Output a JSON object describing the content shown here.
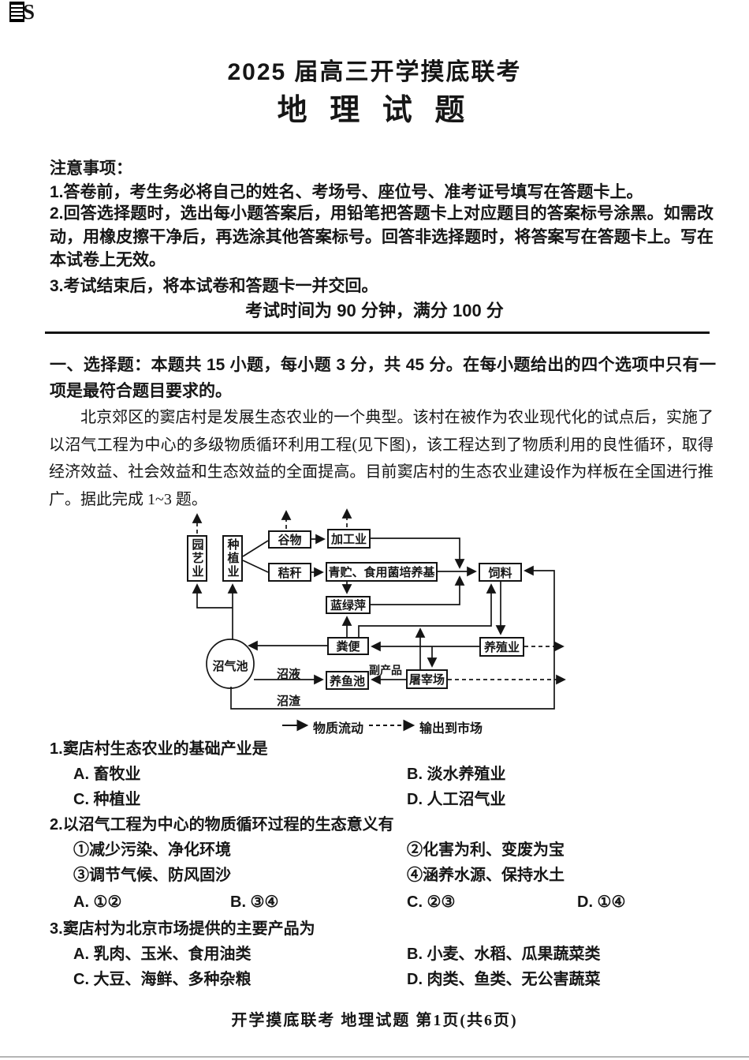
{
  "watermark": {
    "text": "S"
  },
  "header": {
    "title_line1": "2025 届高三开学摸底联考",
    "title_line2": "地 理 试 题"
  },
  "notice": {
    "heading": "注意事项：",
    "items": [
      "1.答卷前，考生务必将自己的姓名、考场号、座位号、准考证号填写在答题卡上。",
      "2.回答选择题时，选出每小题答案后，用铅笔把答题卡上对应题目的答案标号涂黑。如需改动，用橡皮擦干净后，再选涂其他答案标号。回答非选择题时，将答案写在答题卡上。写在本试卷上无效。",
      "3.考试结束后，将本试卷和答题卡一并交回。"
    ],
    "exam_info": "考试时间为 90 分钟，满分 100 分"
  },
  "section": {
    "header": "一、选择题：本题共 15 小题，每小题 3 分，共 45 分。在每小题给出的四个选项中只有一项是最符合题目要求的。",
    "stimulus": "北京郊区的窦店村是发展生态农业的一个典型。该村在被作为农业现代化的试点后，实施了以沼气工程为中心的多级物质循环利用工程(见下图)，该工程达到了物质利用的良性循环，取得经济效益、社会效益和生态效益的全面提高。目前窦店村的生态农业建设作为样板在全国进行推广。据此完成 1~3 题。"
  },
  "diagram": {
    "nodes": {
      "horticulture": "园艺业",
      "planting": "种植业",
      "grain": "谷物",
      "processing": "加工业",
      "straw": "秸秆",
      "silage": "青贮、食用菌培养基",
      "feed": "饲料",
      "algae": "蓝绿萍",
      "manure": "粪便",
      "breeding": "养殖业",
      "biogas_pool": "沼气池",
      "fish_pond": "养鱼池",
      "slaughterhouse": "屠宰场"
    },
    "labels": {
      "byproduct": "副产品",
      "slurry": "沼液",
      "residue": "沼渣"
    },
    "legend": {
      "solid": "物质流动",
      "dashed": "输出到市场"
    }
  },
  "questions": [
    {
      "number": "1.",
      "text": "窦店村生态农业的基础产业是",
      "option_rows": [
        [
          "A. 畜牧业",
          "B. 淡水养殖业"
        ],
        [
          "C. 种植业",
          "D. 人工沼气业"
        ]
      ]
    },
    {
      "number": "2.",
      "text": "以沼气工程为中心的物质循环过程的生态意义有",
      "option_rows": [
        [
          "①减少污染、净化环境",
          "②化害为利、变废为宝"
        ],
        [
          "③调节气候、防风固沙",
          "④涵养水源、保持水土"
        ]
      ],
      "answer_row": [
        "A. ①②",
        "B. ③④",
        "C. ②③",
        "D. ①④"
      ]
    },
    {
      "number": "3.",
      "text": "窦店村为北京市场提供的主要产品为",
      "option_rows": [
        [
          "A. 乳肉、玉米、食用油类",
          "B. 小麦、水稻、瓜果蔬菜类"
        ],
        [
          "C. 大豆、海鲜、多种杂粮",
          "D. 肉类、鱼类、无公害蔬菜"
        ]
      ]
    }
  ],
  "footer": {
    "page_info": "开学摸底联考 地理试题 第1页(共6页)"
  }
}
